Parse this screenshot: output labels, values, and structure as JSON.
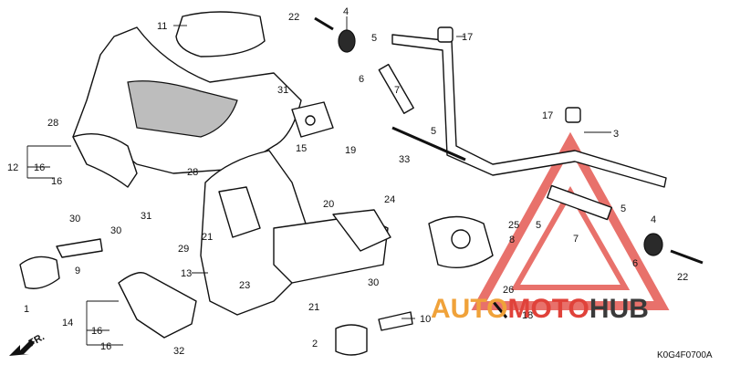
{
  "diagram": {
    "code": "K0G4F0700A",
    "front_label": "FR.",
    "brand": {
      "part1": "AUTO",
      "part2": "MOTO",
      "part3": "HUB"
    },
    "callouts": [
      "1",
      "2",
      "3",
      "4",
      "4",
      "5",
      "5",
      "5",
      "5",
      "6",
      "6",
      "7",
      "7",
      "8",
      "9",
      "10",
      "11",
      "12",
      "13",
      "14",
      "15",
      "16",
      "16",
      "16",
      "16",
      "17",
      "17",
      "18",
      "19",
      "20",
      "21",
      "21",
      "22",
      "22",
      "23",
      "24",
      "25",
      "26",
      "28",
      "28",
      "29",
      "30",
      "30",
      "30",
      "31",
      "31",
      "32",
      "33"
    ]
  }
}
